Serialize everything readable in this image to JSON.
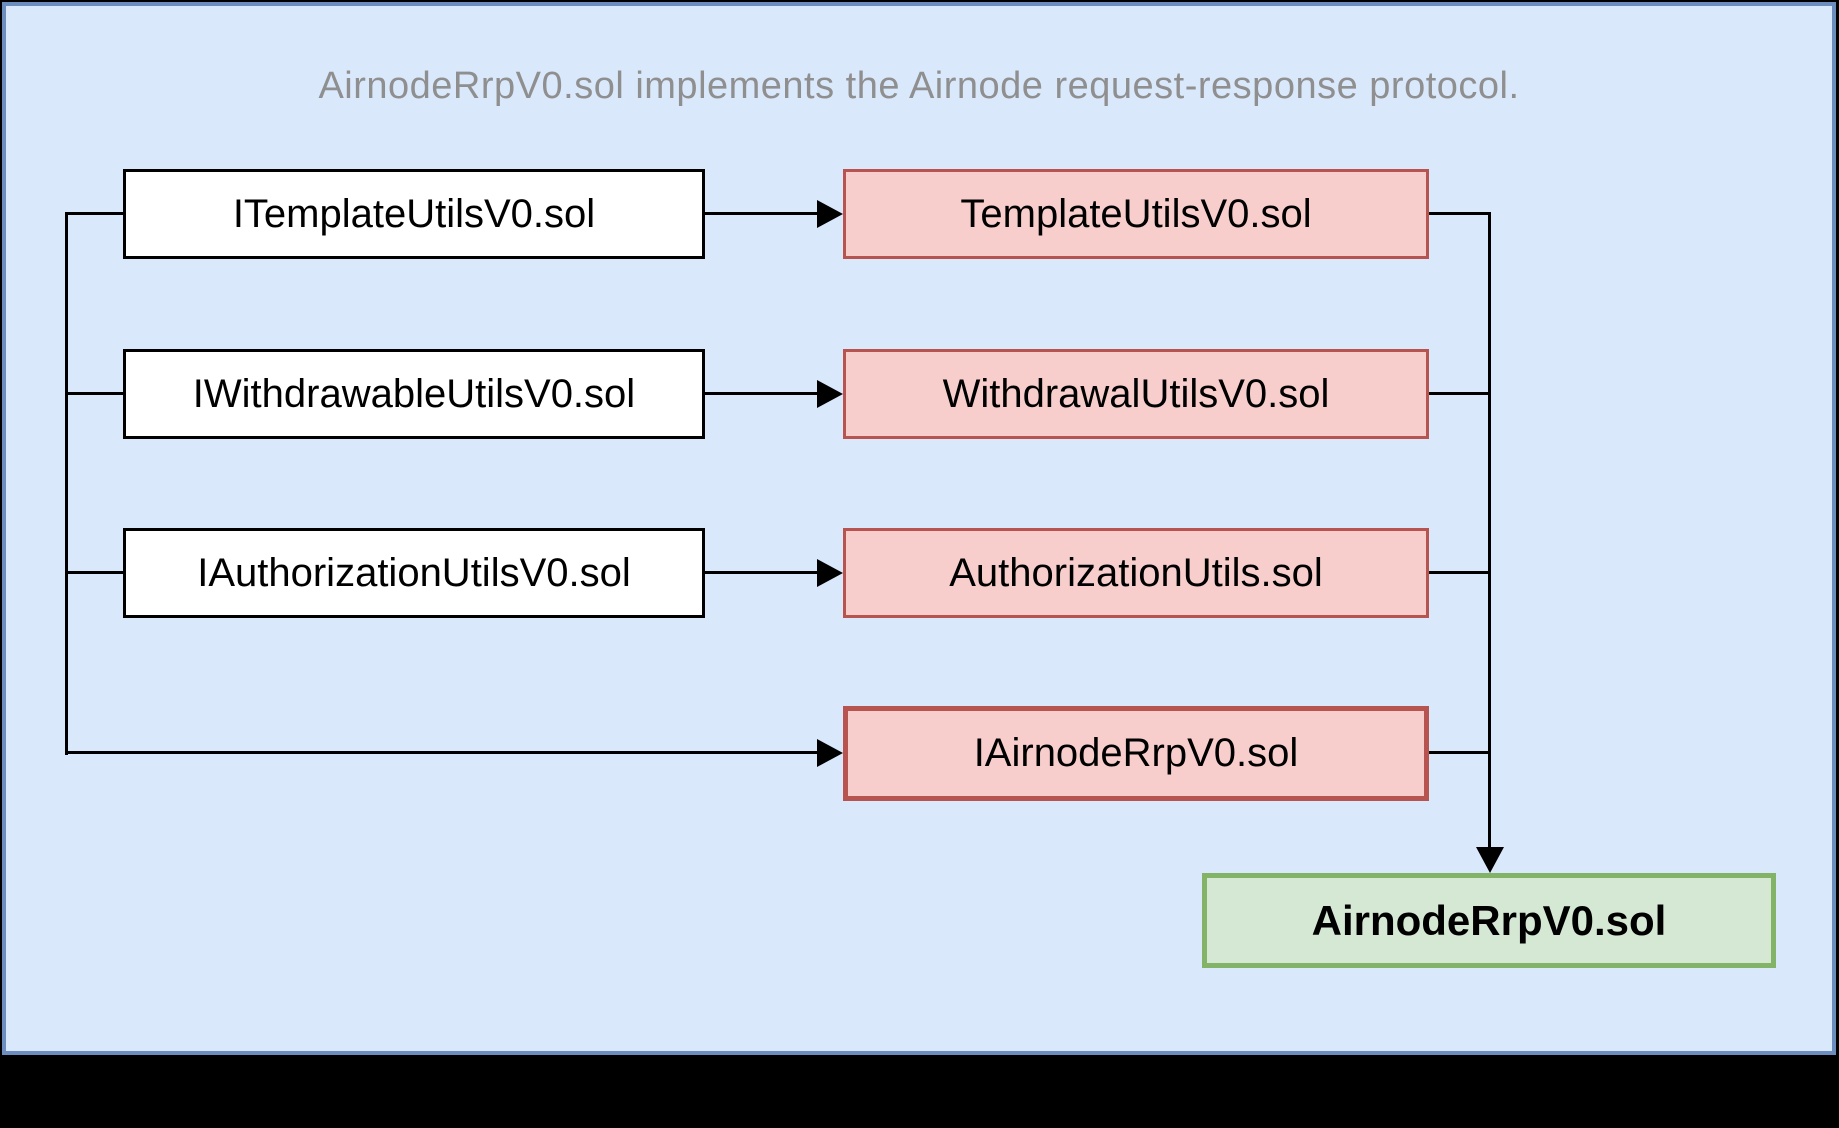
{
  "diagram": {
    "caption": "AirnodeRrpV0.sol implements the Airnode request-response protocol.",
    "boxes": {
      "itemplateutils": {
        "label": "ITemplateUtilsV0.sol",
        "fill": "#ffffff",
        "stroke": "#000000"
      },
      "iwithdrawableutils": {
        "label": "IWithdrawableUtilsV0.sol",
        "fill": "#ffffff",
        "stroke": "#000000"
      },
      "iauthorizationutils": {
        "label": "IAuthorizationUtilsV0.sol",
        "fill": "#ffffff",
        "stroke": "#000000"
      },
      "templateutils": {
        "label": "TemplateUtilsV0.sol",
        "fill": "#f8cecc",
        "stroke": "#b85450"
      },
      "withdrawalutils": {
        "label": "WithdrawalUtilsV0.sol",
        "fill": "#f8cecc",
        "stroke": "#b85450"
      },
      "authorizationutils": {
        "label": "AuthorizationUtils.sol",
        "fill": "#f8cecc",
        "stroke": "#b85450"
      },
      "iairnoderrp": {
        "label": "IAirnodeRrpV0.sol",
        "fill": "#f8cecc",
        "stroke": "#b85450"
      },
      "airnoderrp": {
        "label": "AirnodeRrpV0.sol",
        "fill": "#d5e8d4",
        "stroke": "#82b366"
      }
    },
    "edges": [
      {
        "from": "ITemplateUtilsV0.sol",
        "to": "TemplateUtilsV0.sol"
      },
      {
        "from": "IWithdrawableUtilsV0.sol",
        "to": "WithdrawalUtilsV0.sol"
      },
      {
        "from": "IAuthorizationUtilsV0.sol",
        "to": "AuthorizationUtils.sol"
      },
      {
        "from": "ITemplateUtilsV0.sol",
        "to": "IAirnodeRrpV0.sol"
      },
      {
        "from": "IWithdrawableUtilsV0.sol",
        "to": "IAirnodeRrpV0.sol"
      },
      {
        "from": "IAuthorizationUtilsV0.sol",
        "to": "IAirnodeRrpV0.sol"
      },
      {
        "from": "TemplateUtilsV0.sol",
        "to": "AirnodeRrpV0.sol"
      },
      {
        "from": "WithdrawalUtilsV0.sol",
        "to": "AirnodeRrpV0.sol"
      },
      {
        "from": "AuthorizationUtils.sol",
        "to": "AirnodeRrpV0.sol"
      },
      {
        "from": "IAirnodeRrpV0.sol",
        "to": "AirnodeRrpV0.sol"
      }
    ],
    "colors": {
      "panel_background": "#dae8fc",
      "panel_border": "#6c8ebf",
      "outer_background": "#000000",
      "caption_text": "#8f8f8f",
      "connector": "#000000",
      "interface_fill": "#ffffff",
      "interface_stroke": "#000000",
      "pink_fill": "#f8cecc",
      "pink_stroke": "#b85450",
      "green_fill": "#d5e8d4",
      "green_stroke": "#82b366"
    }
  }
}
